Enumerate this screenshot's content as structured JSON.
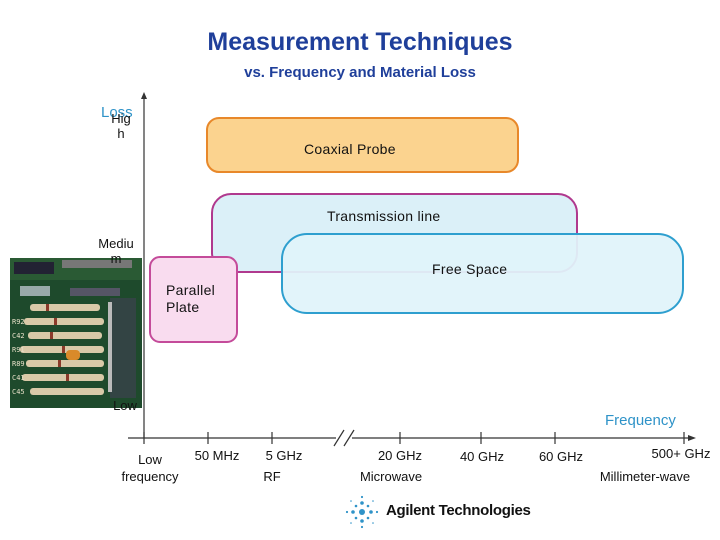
{
  "title": "Measurement Techniques",
  "subtitle": "vs. Frequency and Material Loss",
  "y_axis": {
    "label": "Loss",
    "levels": {
      "high": "Hig\nh",
      "medium": "Mediu\nm",
      "low": "Low"
    }
  },
  "x_axis": {
    "label": "Frequency",
    "ticks": [
      "Low\nfrequency",
      "50 MHz",
      "5 GHz",
      "20 GHz",
      "40 GHz",
      "60 GHz",
      "500+ GHz"
    ],
    "bands": [
      "RF",
      "Microwave",
      "Millimeter-wave"
    ]
  },
  "techniques": [
    {
      "label": "Coaxial Probe",
      "color": "#fbd38f",
      "border": "#e8882a"
    },
    {
      "label": "Transmission line",
      "color": "#dbf0f8",
      "border": "#b0398e"
    },
    {
      "label": "Free Space",
      "color": "#e0f3fa",
      "border": "#2e9fcf"
    },
    {
      "label": "Parallel\nPlate",
      "color": "#f9dcef",
      "border": "#c44b9a"
    }
  ],
  "logo": {
    "text": "Agilent Technologies"
  },
  "colors": {
    "title": "#1f3f9a",
    "axis_label": "#2f93c8"
  }
}
